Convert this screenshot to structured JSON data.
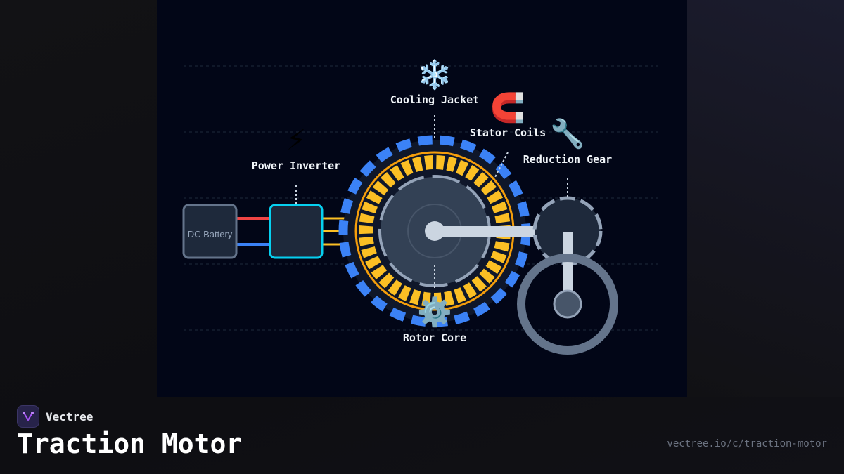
{
  "diagram": {
    "components": [
      {
        "id": "battery",
        "label": "DC Battery"
      },
      {
        "id": "inverter",
        "label": "Power Inverter",
        "icon": "lightning-icon",
        "emoji": "⚡"
      },
      {
        "id": "cooling",
        "label": "Cooling Jacket",
        "icon": "snowflake-icon",
        "emoji": "❄️"
      },
      {
        "id": "stator",
        "label": "Stator Coils",
        "icon": "magnet-icon",
        "emoji": "🧲"
      },
      {
        "id": "gear",
        "label": "Reduction Gear",
        "icon": "wrench-icon",
        "emoji": "🔧"
      },
      {
        "id": "rotor",
        "label": "Rotor Core",
        "icon": "gear-icon",
        "emoji": "⚙️"
      }
    ],
    "colors": {
      "positive": "#ef4444",
      "negative": "#3b82f6",
      "phase": "#fbbf24",
      "cooling": "#3b82f6",
      "inverter": "#06d0f0"
    }
  },
  "footer": {
    "brand": "Vectree",
    "title": "Traction Motor",
    "url": "vectree.io/c/traction-motor"
  }
}
